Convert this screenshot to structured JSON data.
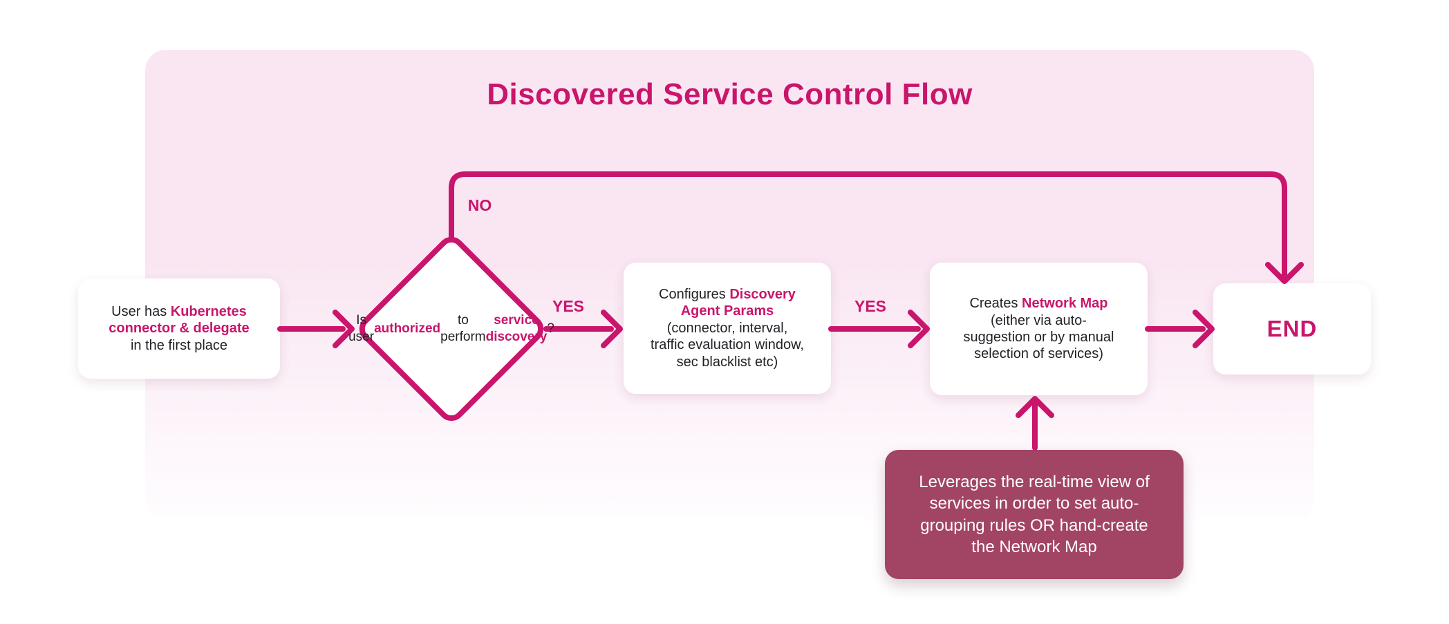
{
  "colors": {
    "accent": "#C9156B",
    "panel_gradient_top": "#FAE6F3",
    "panel_gradient_bottom": "#FFFDFF",
    "note_background": "#A24463",
    "note_text": "#FFFFFF",
    "node_background": "#FFFFFF",
    "body_text": "#212127",
    "page_background": "#FFFFFF"
  },
  "title": "Discovered Service Control Flow",
  "labels": {
    "yes1": "YES",
    "yes2": "YES",
    "no": "NO"
  },
  "nodes": {
    "start": {
      "lines": [
        [
          {
            "t": "User has ",
            "a": false
          },
          {
            "t": "Kubernetes",
            "a": true
          }
        ],
        [
          {
            "t": "connector & delegate",
            "a": true
          }
        ],
        [
          {
            "t": "in the first place",
            "a": false
          }
        ]
      ]
    },
    "decision": {
      "lines": [
        [
          {
            "t": "Is user",
            "a": false
          }
        ],
        [
          {
            "t": "authorized",
            "a": true
          }
        ],
        [
          {
            "t": "to perform",
            "a": false
          }
        ],
        [
          {
            "t": "service discovery",
            "a": true
          },
          {
            "t": "?",
            "a": false
          }
        ]
      ]
    },
    "configure": {
      "lines": [
        [
          {
            "t": "Configures ",
            "a": false
          },
          {
            "t": "Discovery",
            "a": true
          }
        ],
        [
          {
            "t": "Agent Params",
            "a": true
          }
        ],
        [
          {
            "t": "(connector, interval,",
            "a": false
          }
        ],
        [
          {
            "t": "traffic evaluation window,",
            "a": false
          }
        ],
        [
          {
            "t": "sec blacklist etc)",
            "a": false
          }
        ]
      ]
    },
    "create": {
      "lines": [
        [
          {
            "t": "Creates ",
            "a": false
          },
          {
            "t": "Network Map",
            "a": true
          }
        ],
        [
          {
            "t": "(either via auto-",
            "a": false
          }
        ],
        [
          {
            "t": "suggestion or by manual",
            "a": false
          }
        ],
        [
          {
            "t": "selection of services)",
            "a": false
          }
        ]
      ]
    },
    "end": {
      "label": "END"
    },
    "note": {
      "lines": [
        [
          {
            "t": "Leverages the real-time view of",
            "a": false
          }
        ],
        [
          {
            "t": "services in order to set auto-",
            "a": false
          }
        ],
        [
          {
            "t": "grouping rules OR hand-create",
            "a": false
          }
        ],
        [
          {
            "t": "the Network Map",
            "a": false
          }
        ]
      ]
    }
  }
}
